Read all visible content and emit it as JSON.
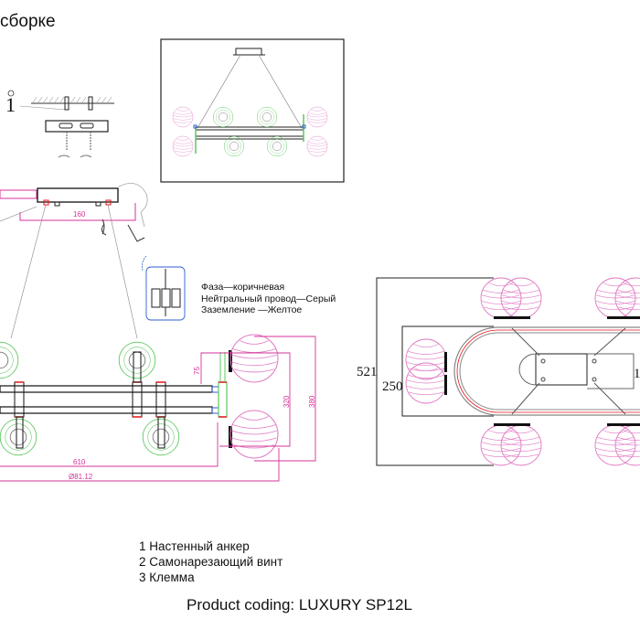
{
  "title_fragment": "сборке",
  "callout_label": "1",
  "wiring_legend": [
    "Фаза—коричневая",
    "Нейтральный провод—Серый",
    "Заземление —Желтое"
  ],
  "parts_list": [
    "1 Настенный анкер",
    "2 Самонарезающий винт",
    "3 Клемма"
  ],
  "product_coding": "Product coding: LUXURY SP12L",
  "dimensions": {
    "canopy_width": "160",
    "arm_drop": "75",
    "inner_height": "320",
    "outer_height": "380",
    "bar_length": "610",
    "total_length": "Ø81.12",
    "top_view_outer": "521",
    "top_view_inner": "250",
    "top_view_right_partial": "1"
  },
  "colors": {
    "dimension_line": "#d6339a",
    "glass_shade_pink": "#e07ac4",
    "glass_shade_green": "#5cc85c",
    "connector_red": "#e8151b",
    "connector_blue": "#2f5fd0",
    "frame": "#111111"
  },
  "views": {
    "preview": "front view of fixture with 12 shades",
    "side": "side assembly view with mounting plate and terminals",
    "top": "top view with oval frame and shades"
  }
}
